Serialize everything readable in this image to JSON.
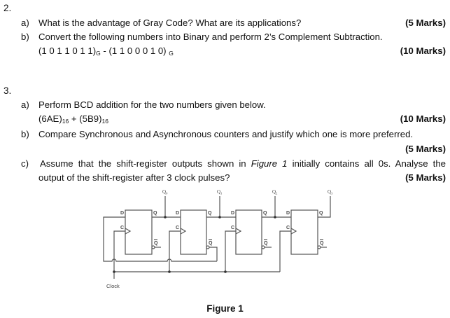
{
  "questions": [
    {
      "number": "2.",
      "parts": [
        {
          "label": "a)",
          "text": "What is the advantage of Gray Code? What are its applications?",
          "marks": "(5 Marks)"
        },
        {
          "label": "b)",
          "text": "Convert the following numbers into Binary and perform 2’s Complement Subtraction.",
          "expression": {
            "operand1": "(1 0 1 1 0 1 1)",
            "operand1_base": "G",
            "operator": " - ",
            "operand2": "(1 1 0 0 0 1 0) ",
            "operand2_base": "G"
          },
          "marks": "(10 Marks)"
        }
      ]
    },
    {
      "number": "3.",
      "parts": [
        {
          "label": "a)",
          "text": "Perform BCD addition for the two numbers given below.",
          "expression": {
            "operand1": "(6AE)",
            "operand1_base": "16",
            "operator": " + ",
            "operand2": "(5B9)",
            "operand2_base": "16"
          },
          "marks": "(10 Marks)"
        },
        {
          "label": "b)",
          "text": "Compare Synchronous and Asynchronous counters and justify which one is more preferred.",
          "marks": "(5 Marks)"
        },
        {
          "label": "c)",
          "text_before": "Assume that the shift-register outputs shown in ",
          "text_italic": "Figure 1",
          "text_after": " initially contains all 0s. Analyse the",
          "text_line2": "output of the shift-register after 3 clock pulses?",
          "marks": "(5 Marks)"
        }
      ]
    }
  ],
  "figure": {
    "caption": "Figure 1",
    "clock_label": "Clock",
    "flip_flops": [
      {
        "d": "D",
        "c": "C",
        "q": "Q",
        "qbar": "Q",
        "output": "Q0"
      },
      {
        "d": "D",
        "c": "C",
        "q": "Q",
        "qbar": "Q",
        "output": "Q1"
      },
      {
        "d": "D",
        "c": "C",
        "q": "Q",
        "qbar": "Q",
        "output": "Q2"
      },
      {
        "d": "D",
        "c": "C",
        "q": "Q",
        "qbar": "Q",
        "output": "Q3"
      }
    ],
    "output_labels": [
      "Q",
      "Q",
      "Q",
      "Q"
    ],
    "output_subscripts": [
      "0",
      "1",
      "2",
      "3"
    ]
  }
}
